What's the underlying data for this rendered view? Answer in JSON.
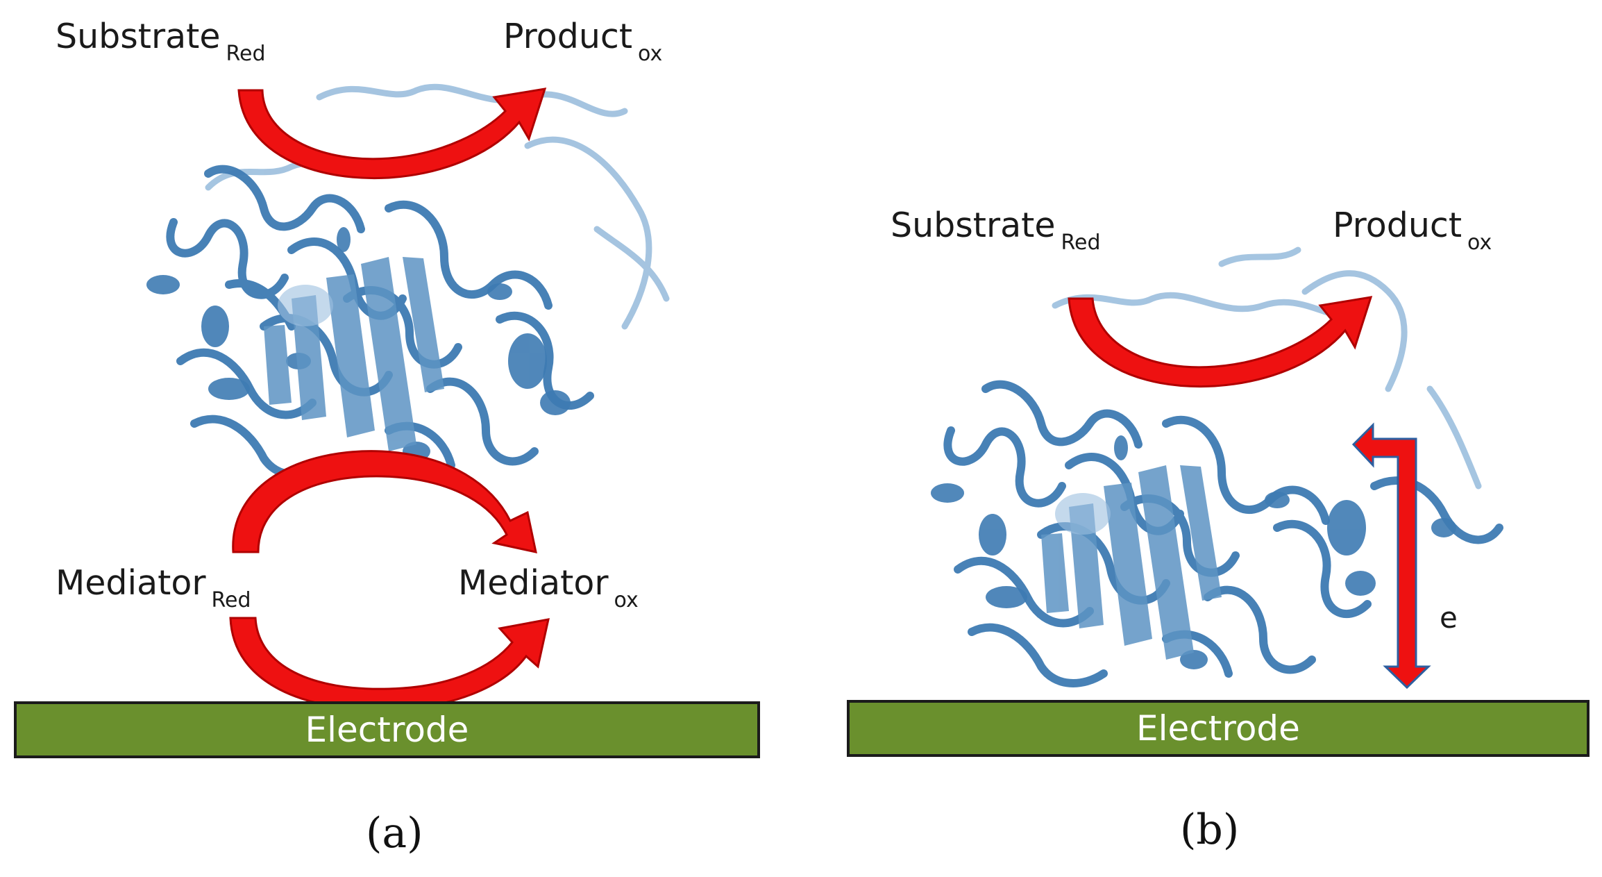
{
  "panel_a": {
    "substrate": "Substrate",
    "substrate_sub": "Red",
    "product": "Product",
    "product_sub": "ox",
    "mediator_red": "Mediator",
    "mediator_red_sub": "Red",
    "mediator_ox": "Mediator",
    "mediator_ox_sub": "ox",
    "electrode": "Electrode",
    "caption": "(a)"
  },
  "panel_b": {
    "substrate": "Substrate",
    "substrate_sub": "Red",
    "product": "Product",
    "product_sub": "ox",
    "electron": "e",
    "electrode": "Electrode",
    "caption": "(b)"
  },
  "colors": {
    "arrow": "#ee1111",
    "arrow_outline": "#b00000",
    "protein": "#3e7bb3",
    "protein_light": "#8fb6d9",
    "electrode": "#6a902d"
  }
}
